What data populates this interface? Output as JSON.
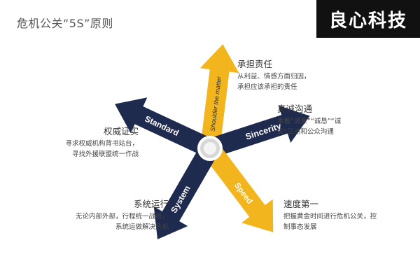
{
  "title": "危机公关“5S”原则",
  "logo": "良心科技",
  "colors": {
    "navy": "#1f2b4e",
    "gold": "#f2b51d",
    "gray_hub": "#d7d7d7"
  },
  "arrows": {
    "responsibility": "Shoulder the matter",
    "sincerity": "Sincerity",
    "speed": "Speed",
    "system": "System",
    "standard": "Standard"
  },
  "principles": {
    "responsibility": {
      "heading": "承担责任",
      "lines": [
        "从利益、情感方面归因，",
        "承担应该承担的责任"
      ]
    },
    "sincerity": {
      "heading": "真诚沟通",
      "lines": [
        "本着“诚意”“诚恳”“诚",
        "实”三点和公众沟通"
      ]
    },
    "standard": {
      "heading": "权威证实",
      "lines": [
        "寻求权威机构背书站台，",
        "寻找外援联盟统一作战"
      ]
    },
    "speed": {
      "heading": "速度第一",
      "lines": [
        "把握黄金时间进行危机公关，控",
        "制事态发展"
      ]
    },
    "system": {
      "heading": "系统运行",
      "lines": [
        "无论内部外部，行程统一战线，",
        "系统运做解决危机"
      ]
    }
  }
}
